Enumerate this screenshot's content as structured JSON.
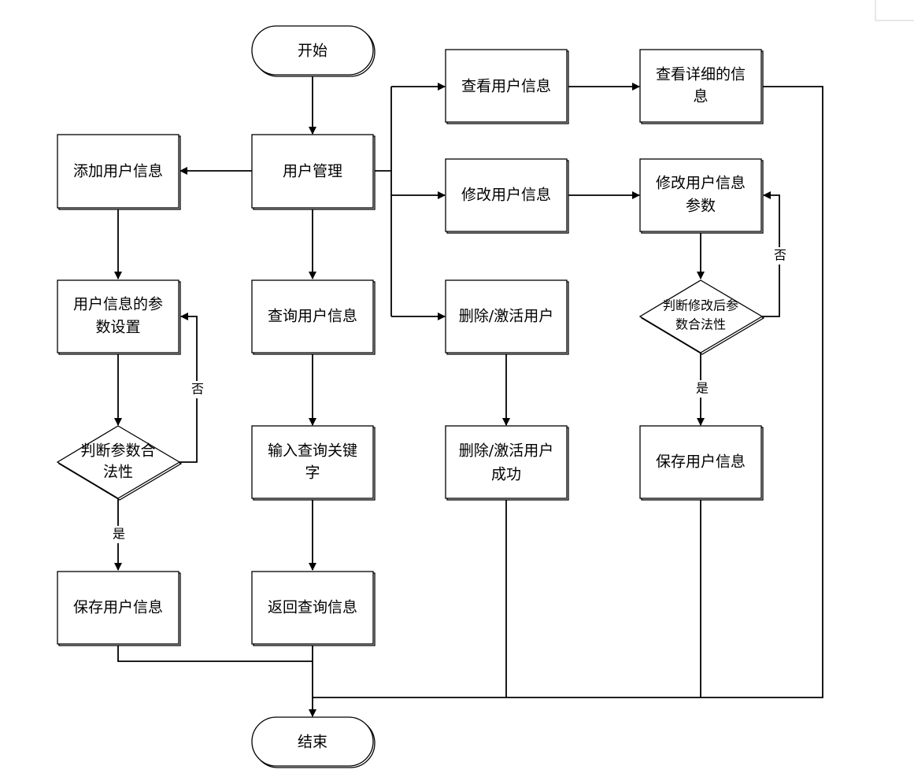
{
  "nodes": {
    "start": "开始",
    "end": "结束",
    "user_mgmt": "用户管理",
    "add_user": "添加用户信息",
    "add_params_1": "用户信息的参",
    "add_params_2": "数设置",
    "add_check_1": "判断参数合",
    "add_check_2": "法性",
    "add_save": "保存用户信息",
    "query_user": "查询用户信息",
    "query_kw_1": "输入查询关键",
    "query_kw_2": "字",
    "query_return": "返回查询信息",
    "view_user": "查看用户信息",
    "view_detail_1": "查看详细的信",
    "view_detail_2": "息",
    "edit_user": "修改用户信息",
    "edit_params_1": "修改用户信息",
    "edit_params_2": "参数",
    "edit_check_1": "判断修改后参",
    "edit_check_2": "数合法性",
    "edit_save": "保存用户信息",
    "delete_user": "删除/激活用户",
    "delete_ok_1": "删除/激活用户",
    "delete_ok_2": "成功"
  },
  "edge_labels": {
    "add_no": "否",
    "add_yes": "是",
    "edit_no": "否",
    "edit_yes": "是"
  }
}
